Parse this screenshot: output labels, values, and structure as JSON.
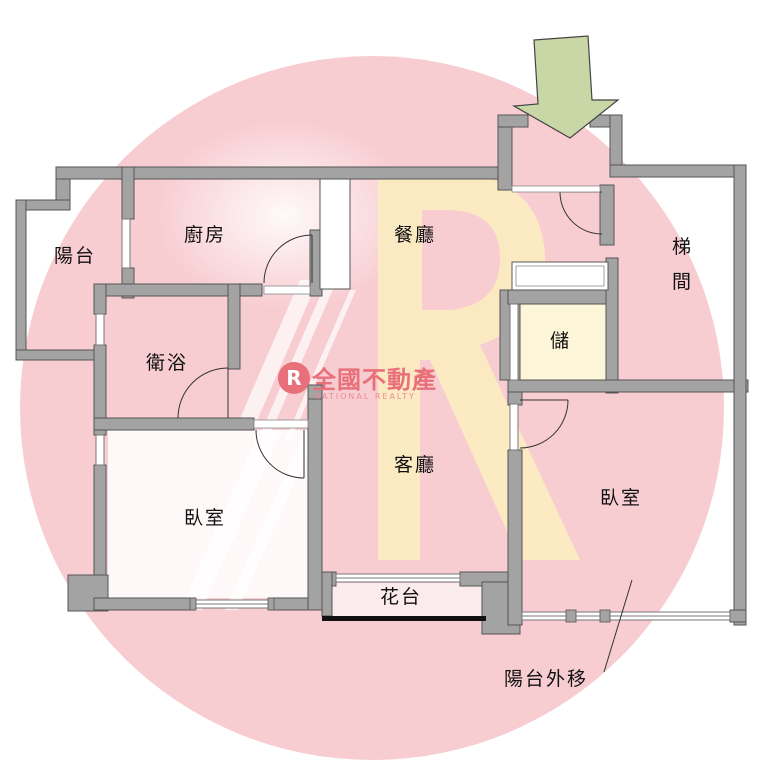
{
  "rooms": {
    "balcony": "陽台",
    "kitchen": "廚房",
    "dining": "餐廳",
    "stairwell_top": "梯",
    "stairwell_bottom": "間",
    "storage": "儲",
    "bathroom": "衛浴",
    "living": "客廳",
    "bedroom_left": "臥室",
    "bedroom_right": "臥室",
    "flower_bed": "花台"
  },
  "annotation": {
    "balcony_moved": "陽台外移"
  },
  "logo": {
    "name_cn": "全國不動產",
    "name_en": "NATIONAL REALTY",
    "mark": "R"
  },
  "colors": {
    "wall": "#a3a3a3",
    "wall_outline": "#555555",
    "circle_bg": "#f8cdd2",
    "watermark_yellow": "#fbeebf",
    "entrance_arrow": "#c9d6a6"
  }
}
